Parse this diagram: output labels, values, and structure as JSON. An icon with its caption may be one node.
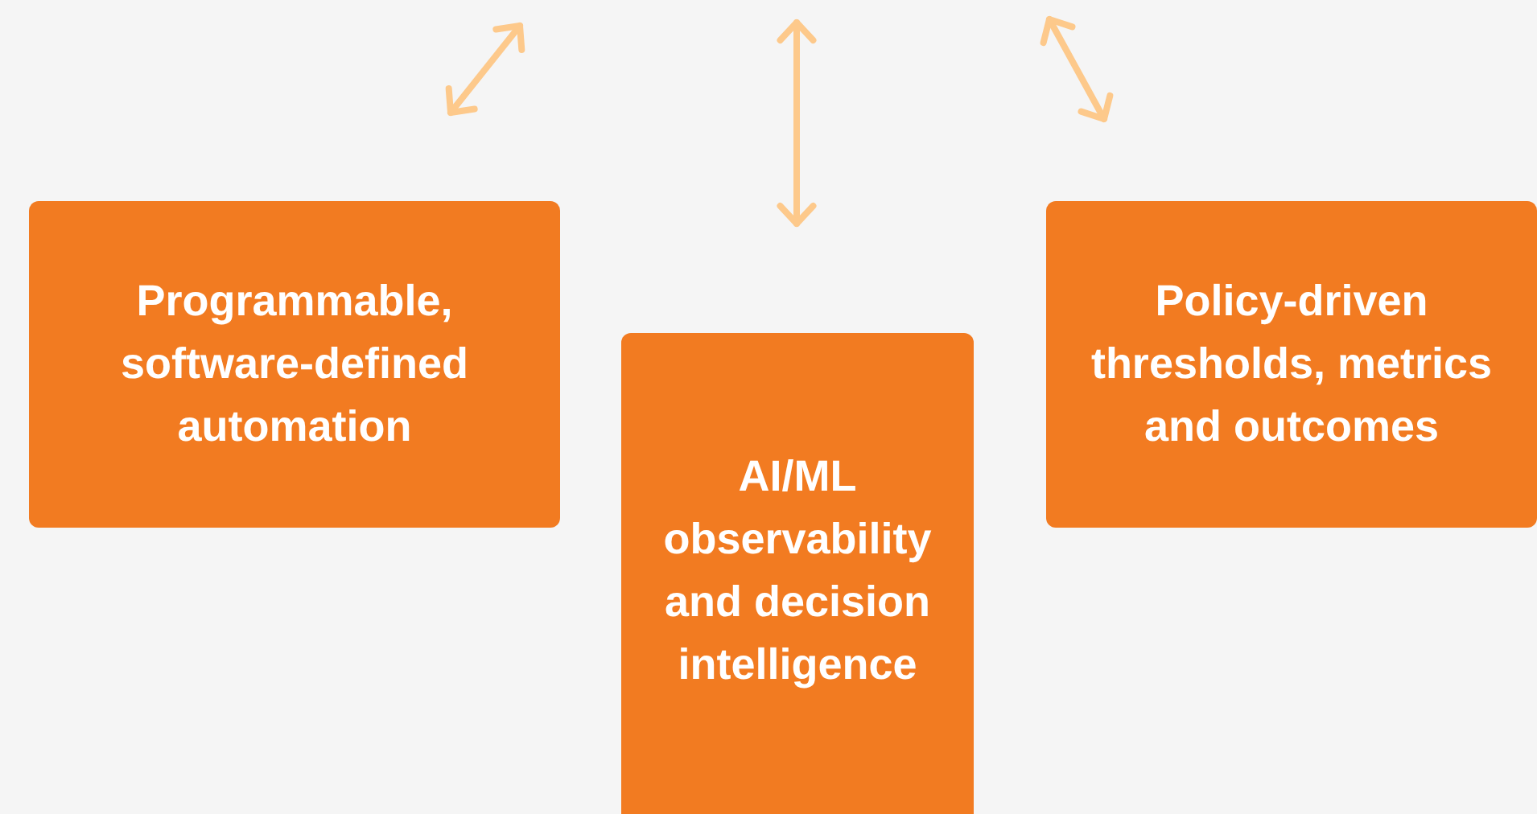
{
  "diagram": {
    "nodes": [
      {
        "text": [
          "Programmable, software-defined automation"
        ]
      },
      {
        "text": [
          "AI/ML observability and decision intelligence"
        ]
      },
      {
        "text": [
          "Policy-driven thresholds, metrics and outcomes"
        ]
      }
    ]
  }
}
